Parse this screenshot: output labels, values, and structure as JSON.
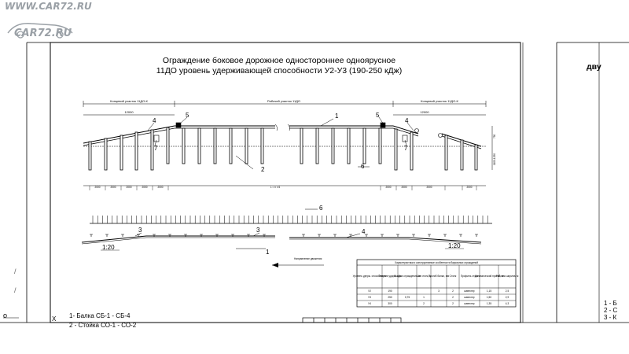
{
  "watermarks": {
    "top": "WWW.CAR72.RU",
    "logo": "CAR72.RU"
  },
  "title": {
    "line1": "Ограждение боковое дорожное одностороннее одноярусное",
    "line2": "11ДО уровень удерживающей способности У2-У3 (190-250 кДж)"
  },
  "right_sheet": {
    "heading": "дву",
    "legend": [
      "1 - Б",
      "2 - С",
      "3 - К"
    ]
  },
  "elevation": {
    "section_labels": [
      "Концевой участок 11ДО-К",
      "Рабочий участок 11ДО",
      "Концевой участок 11ДО-К"
    ],
    "span_labels": [
      "12000",
      "12000"
    ],
    "dim_labels": [
      "2000",
      "2000",
      "2000",
      "2000",
      "2000",
      "L = n x 6",
      "2000",
      "2000",
      "2000",
      "2000"
    ],
    "vertical_labels": [
      "750",
      "1100-1250"
    ],
    "callouts": [
      "1",
      "2",
      "4",
      "4",
      "5",
      "5",
      "6",
      "7",
      "7"
    ]
  },
  "plan": {
    "callouts": [
      "6",
      "3",
      "3",
      "4",
      "1"
    ],
    "slopes": [
      "1:20",
      "1:20"
    ],
    "direction": "Направление движения"
  },
  "table": {
    "title": "Характеристики и конструктивные особенности барьерных ограждений",
    "headers": [
      "Уровень удерж. способности",
      "Энергия удара, кДж",
      "Высота ограждения, м",
      "Шаг стоек, м",
      "Прогиб балки, мм",
      "Стоек",
      "Профиль стоек",
      "Динамический прогиб, м",
      "Рабочая ширина, м"
    ],
    "rows": [
      [
        "У2",
        "190",
        "",
        "",
        "3",
        "2",
        "швеллер",
        "1,15",
        "2,5"
      ],
      [
        "У3",
        "250",
        "0,75",
        "1",
        "",
        "2",
        "швеллер",
        "1,50",
        "2,9"
      ],
      [
        "У4",
        "300",
        "",
        "2",
        "",
        "2",
        "швеллер",
        "1,35",
        "4,3"
      ]
    ]
  },
  "legend": {
    "marker": "X",
    "items": [
      "1- Балка СБ-1 - СБ-4",
      "2 - Стойка СО-1 - СО-2"
    ]
  }
}
